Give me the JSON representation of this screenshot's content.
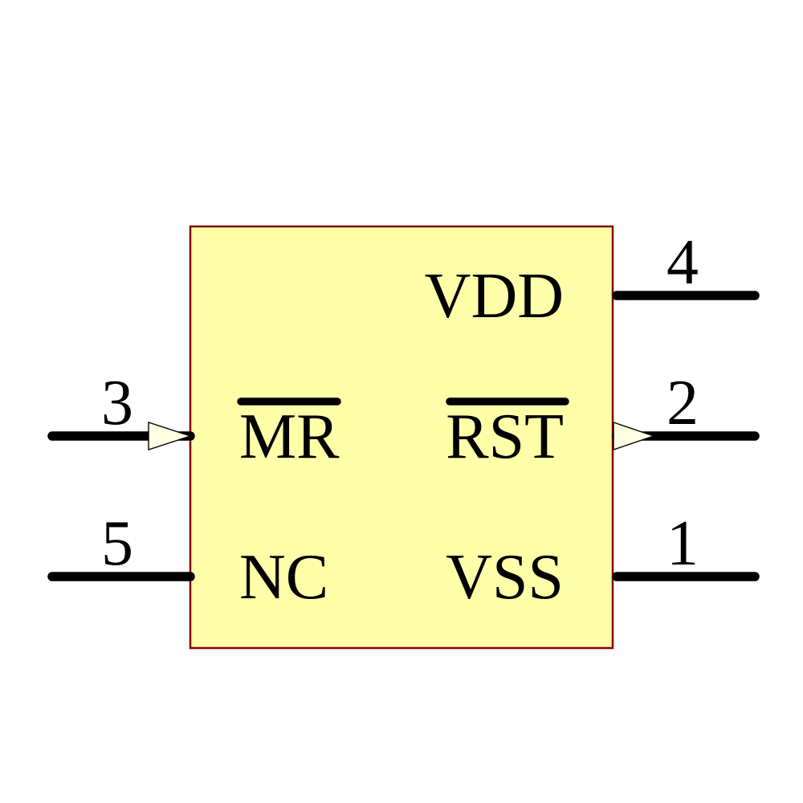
{
  "schematic": {
    "colors": {
      "background": "#FFFFFF",
      "body_fill": "#FFFFA9",
      "body_border": "#7F0000",
      "marker_fill": "#FFFFE3",
      "ink": "#000000"
    },
    "component": {
      "pins": [
        {
          "number": "4",
          "label": "VDD",
          "side": "right",
          "row": "top",
          "overline": false,
          "flow_marker": false
        },
        {
          "number": "2",
          "label": "RST",
          "side": "right",
          "row": "middle",
          "overline": true,
          "flow_marker": true
        },
        {
          "number": "1",
          "label": "VSS",
          "side": "right",
          "row": "bottom",
          "overline": false,
          "flow_marker": false
        },
        {
          "number": "3",
          "label": "MR",
          "side": "left",
          "row": "middle",
          "overline": true,
          "flow_marker": true
        },
        {
          "number": "5",
          "label": "NC",
          "side": "left",
          "row": "bottom",
          "overline": false,
          "flow_marker": false
        }
      ]
    }
  }
}
